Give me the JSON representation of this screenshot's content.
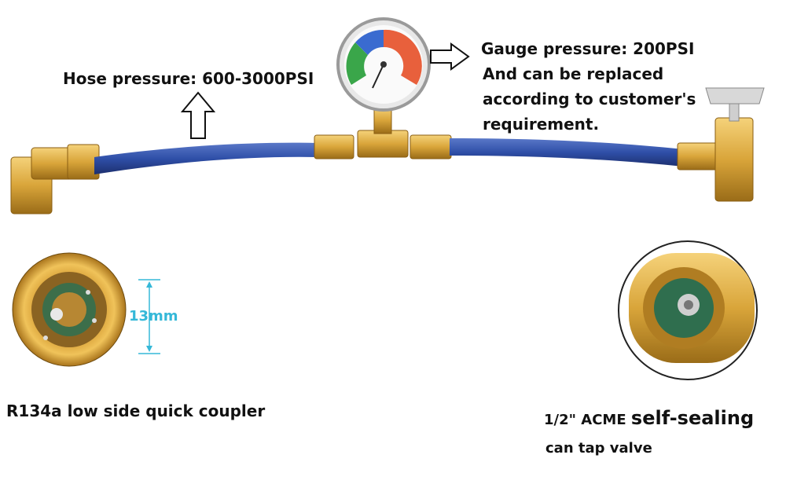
{
  "labels": {
    "hose_pressure": "Hose pressure: 600-3000PSI",
    "gauge_line1": "Gauge pressure: 200PSI",
    "gauge_line2": "And can be replaced",
    "gauge_line3": "according to customer's",
    "gauge_line4": "requirement.",
    "coupler": "R134a low side quick coupler",
    "acme_prefix": "1/2\" ACME",
    "acme_bold": "self-sealing",
    "acme_line2": "can tap valve",
    "dimension": "13mm"
  },
  "colors": {
    "hose": "#2f4fa8",
    "brass": "#d9a53a",
    "dimension": "#35b8d8"
  }
}
